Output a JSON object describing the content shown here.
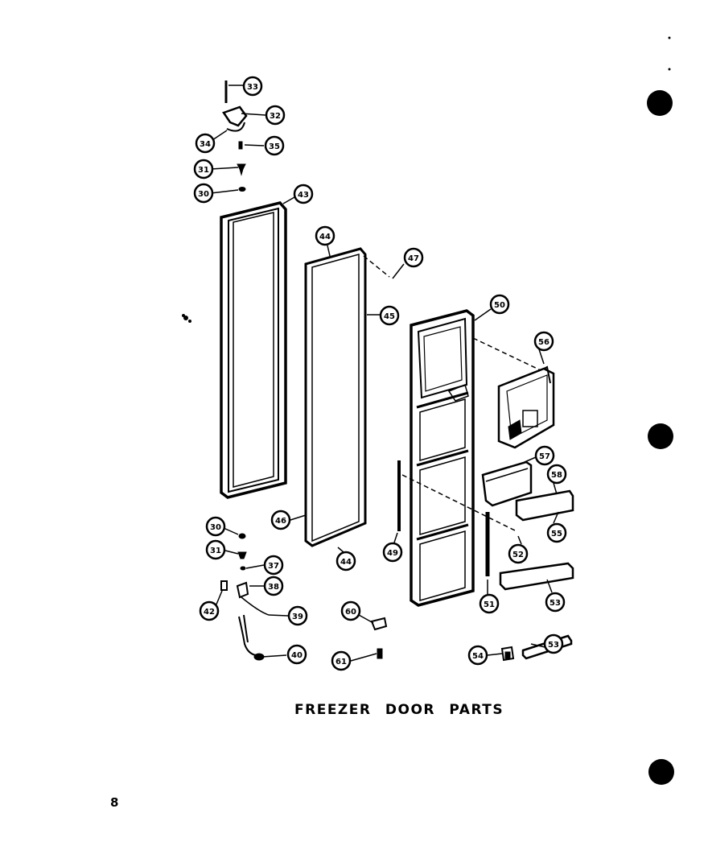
{
  "diagram": {
    "title": "FREEZER DOOR PARTS",
    "page_number": "8",
    "callouts": {
      "c33": "33",
      "c32": "32",
      "c34": "34",
      "c35": "35",
      "c31a": "31",
      "c30a": "30",
      "c43": "43",
      "c44a": "44",
      "c47": "47",
      "c45": "45",
      "c50": "50",
      "c56": "56",
      "c57": "57",
      "c58": "58",
      "c55": "55",
      "c46": "46",
      "c44b": "44",
      "c30b": "30",
      "c31b": "31",
      "c37": "37",
      "c38": "38",
      "c42": "42",
      "c39": "39",
      "c40": "40",
      "c60": "60",
      "c61": "61",
      "c49": "49",
      "c52": "52",
      "c51": "51",
      "c53a": "53",
      "c53b": "53",
      "c54": "54"
    }
  }
}
